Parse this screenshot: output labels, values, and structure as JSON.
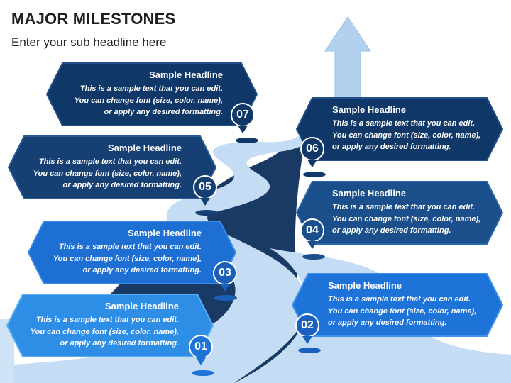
{
  "title": "MAJOR MILESTONES",
  "subtitle": "Enter your sub headline here",
  "colors": {
    "navy": "#0f3768",
    "mid_blue": "#1a4f8c",
    "bright_blue": "#1e73d8",
    "light_blue": "#2e8ee6",
    "road": "#c4dcf4",
    "mountain": "#1a3a66",
    "arrow": "#b3d0ee"
  },
  "milestones": [
    {
      "number": "01",
      "headline": "Sample Headline",
      "lines": [
        "This is a sample text that you can edit.",
        "You can change font (size, color, name),",
        "or apply any desired formatting."
      ]
    },
    {
      "number": "02",
      "headline": "Sample Headline",
      "lines": [
        "This is a sample text that you can edit.",
        "You can change font (size, color, name),",
        "or apply any desired formatting."
      ]
    },
    {
      "number": "03",
      "headline": "Sample Headline",
      "lines": [
        "This is a sample text that you can edit.",
        "You can change font (size, color, name),",
        "or apply any desired formatting."
      ]
    },
    {
      "number": "04",
      "headline": "Sample Headline",
      "lines": [
        "This is a sample text that you can edit.",
        "You can change font (size, color, name),",
        "or apply any desired formatting."
      ]
    },
    {
      "number": "05",
      "headline": "Sample Headline",
      "lines": [
        "This is a sample text that you can edit.",
        "You can change font (size, color, name),",
        "or apply any desired formatting."
      ]
    },
    {
      "number": "06",
      "headline": "Sample Headline",
      "lines": [
        "This is a sample text that you can edit.",
        "You can change font (size, color, name),",
        "or apply any desired formatting."
      ]
    },
    {
      "number": "07",
      "headline": "Sample Headline",
      "lines": [
        "This is a sample text that you can edit.",
        "You can change font (size, color, name),",
        "or apply any desired formatting."
      ]
    }
  ]
}
